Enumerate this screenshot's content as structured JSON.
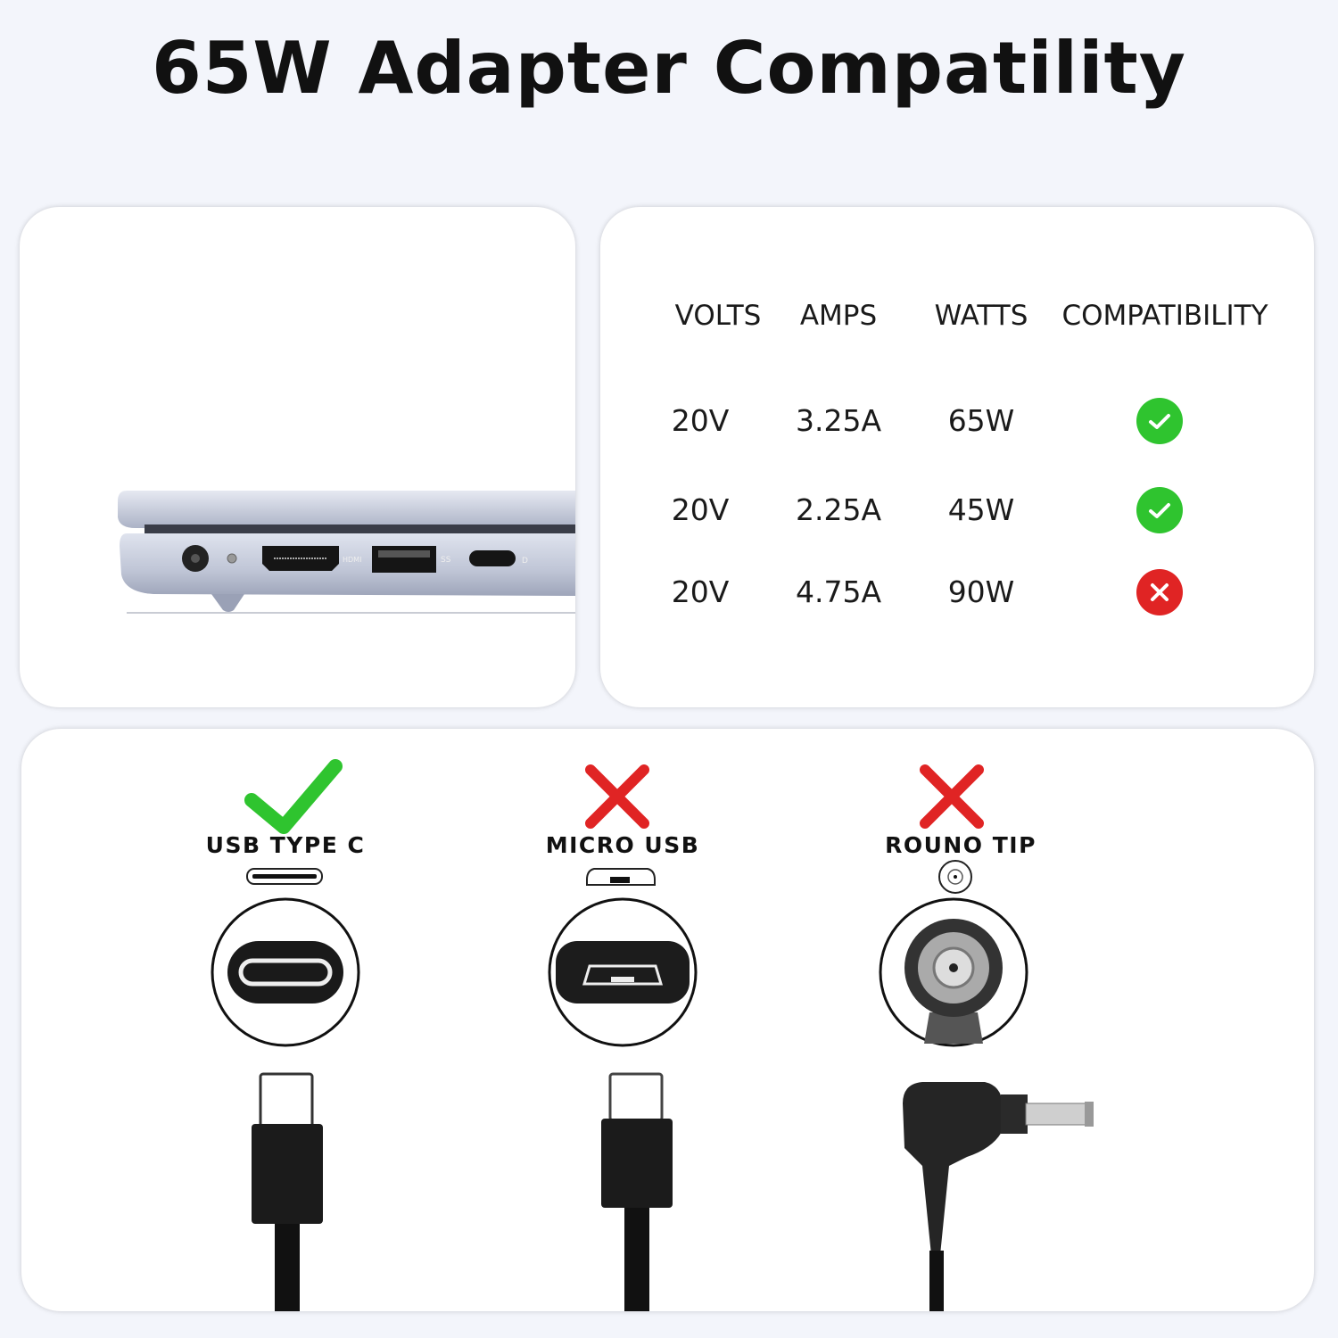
{
  "title": "65W Adapter Compatility",
  "laptop": {
    "port_labels": [
      "HDMI",
      "SS",
      "D"
    ]
  },
  "table": {
    "headers": [
      "VOLTS",
      "AMPS",
      "WATTS",
      "COMPATIBILITY"
    ],
    "rows": [
      {
        "volts": "20V",
        "amps": "3.25A",
        "watts": "65W",
        "compatible": true
      },
      {
        "volts": "20V",
        "amps": "2.25A",
        "watts": "45W",
        "compatible": true
      },
      {
        "volts": "20V",
        "amps": "4.75A",
        "watts": "90W",
        "compatible": false
      }
    ]
  },
  "connectors": [
    {
      "label": "USB TYPE C",
      "compatible": true,
      "icon": "usb-c-icon"
    },
    {
      "label": "MICRO USB",
      "compatible": false,
      "icon": "micro-usb-icon"
    },
    {
      "label": "ROUNO TIP",
      "compatible": false,
      "icon": "round-tip-icon"
    }
  ],
  "colors": {
    "ok": "#2fc42f",
    "bad": "#e02424",
    "background": "#f3f5fb"
  }
}
